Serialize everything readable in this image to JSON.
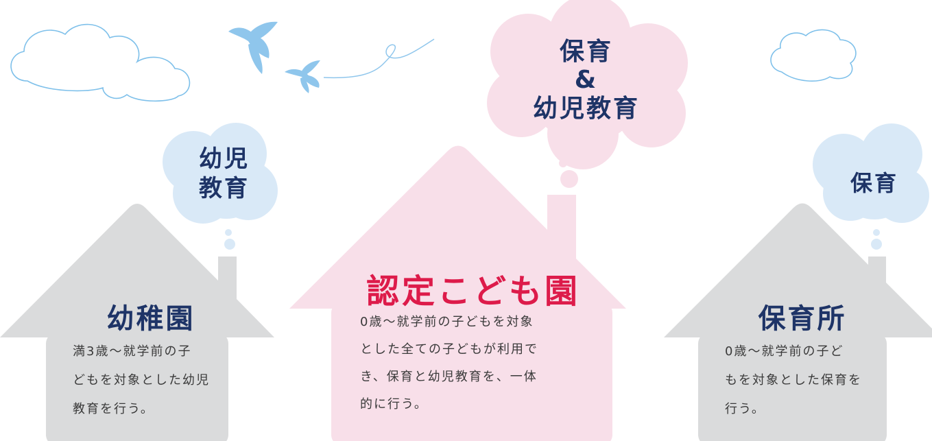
{
  "colors": {
    "house_gray": "#dadbdc",
    "house_pink": "#f8dfe9",
    "bubble_blue": "#d9e9f7",
    "bubble_pink": "#f8dfe9",
    "title_navy": "#1e3467",
    "title_red": "#dd1b4a",
    "bird_blue": "#8fc6ec",
    "cloud_outline": "#7ec0ea",
    "text_gray": "#3a3a3a"
  },
  "kindergarten": {
    "bubble_line1": "幼児",
    "bubble_line2": "教育",
    "title": "幼稚園",
    "desc_line1": "満3歳〜就学前の子",
    "desc_line2": "どもを対象とした幼児",
    "desc_line3": "教育を行う。"
  },
  "kodomoen": {
    "bubble_line1": "保育",
    "bubble_line2": "&",
    "bubble_line3": "幼児教育",
    "title": "認定こども園",
    "desc_line1": "0歳〜就学前の子どもを対象",
    "desc_line2": "とした全ての子どもが利用で",
    "desc_line3": "き、保育と幼児教育を、一体",
    "desc_line4": "的に行う。"
  },
  "nursery": {
    "bubble_line1": "保育",
    "title": "保育所",
    "desc_line1": "0歳〜就学前の子ど",
    "desc_line2": "もを対象とした保育を",
    "desc_line3": "行う。"
  }
}
